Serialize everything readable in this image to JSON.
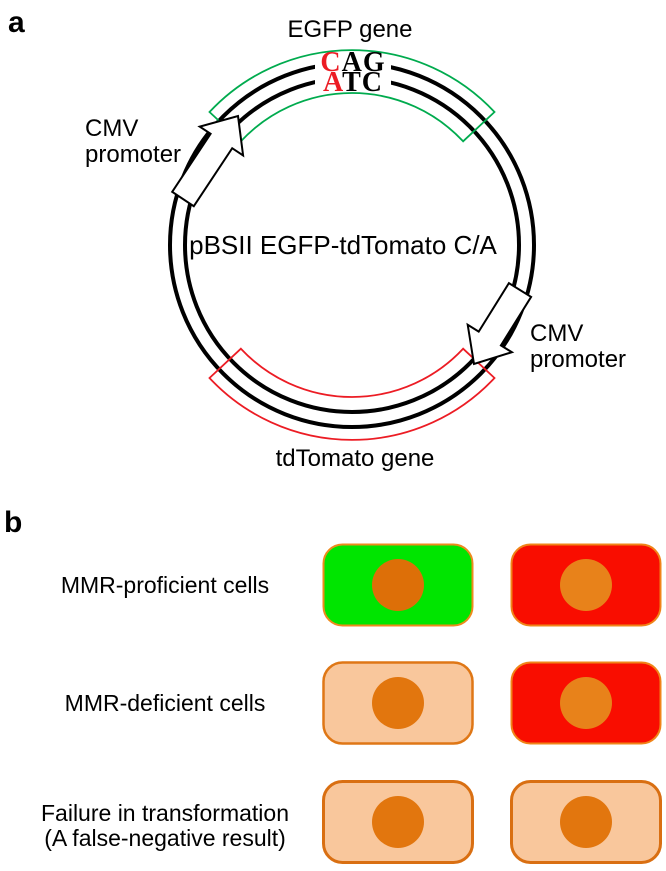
{
  "panel_a": {
    "label": "a",
    "egfp_gene_label": "EGFP gene",
    "tdtomato_gene_label": "tdTomato gene",
    "plasmid_name": "pBSII EGFP-tdTomato C/A",
    "cmv_left": {
      "line1": "CMV",
      "line2": "promoter"
    },
    "cmv_right": {
      "line1": "CMV",
      "line2": "promoter"
    },
    "mismatch": {
      "top_mut": "C",
      "top_rest": "AG",
      "bottom_mut": "A",
      "bottom_rest": "TC"
    },
    "colors": {
      "egfp_green": "#00AB4E",
      "tdtomato_red": "#EC1C24",
      "mutation_red": "#EC1C24"
    }
  },
  "panel_b": {
    "label": "b",
    "rows": [
      {
        "label": "MMR-proficient cells",
        "label2": "",
        "cells": [
          {
            "fill": "#00E500",
            "stroke": "#EE8A1C",
            "sw": "2",
            "nucleus": "#DD6F08"
          },
          {
            "fill": "#F90D00",
            "stroke": "#F08418",
            "sw": "2",
            "nucleus": "#E8821A"
          }
        ]
      },
      {
        "label": "MMR-deficient cells",
        "label2": "",
        "cells": [
          {
            "fill": "#F9C79C",
            "stroke": "#DF7716",
            "sw": "2.5",
            "nucleus": "#E2760E"
          },
          {
            "fill": "#F90D00",
            "stroke": "#F08418",
            "sw": "2",
            "nucleus": "#E8821A"
          }
        ]
      },
      {
        "label": "Failure in transformation",
        "label2": "(A false-negative result)",
        "cells": [
          {
            "fill": "#F9C79C",
            "stroke": "#D96F12",
            "sw": "3",
            "nucleus": "#E2760E"
          },
          {
            "fill": "#F9C79C",
            "stroke": "#D96F12",
            "sw": "3",
            "nucleus": "#E2760E"
          }
        ]
      }
    ]
  }
}
